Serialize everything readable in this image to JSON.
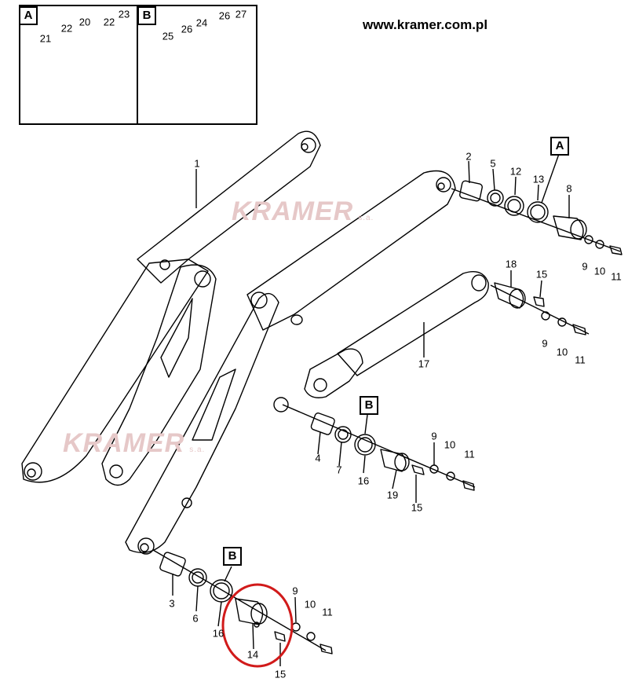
{
  "header": {
    "url": "www.kramer.com.pl"
  },
  "watermarks": [
    {
      "name": "watermark-top",
      "text": "KRAMER",
      "suffix": "s.a."
    },
    {
      "name": "watermark-bottom",
      "text": "KRAMER",
      "suffix": "s.a."
    }
  ],
  "insets": [
    {
      "id": "A",
      "label": "A",
      "parts": [
        "21",
        "22",
        "20",
        "22",
        "23"
      ]
    },
    {
      "id": "B",
      "label": "B",
      "parts": [
        "25",
        "26",
        "24",
        "26",
        "27"
      ]
    }
  ],
  "callout_boxes": [
    "A",
    "B",
    "B"
  ],
  "part_labels": [
    "1",
    "2",
    "5",
    "12",
    "13",
    "8",
    "9",
    "10",
    "11",
    "18",
    "15",
    "9",
    "10",
    "11",
    "17",
    "4",
    "7",
    "16",
    "19",
    "15",
    "9",
    "10",
    "11",
    "3",
    "6",
    "16",
    "14",
    "15",
    "9",
    "10",
    "11"
  ],
  "highlight": {
    "part": "14",
    "color": "#d11a1a"
  },
  "colors": {
    "line": "#000000",
    "background": "#ffffff",
    "watermark": "#e6c8c8",
    "highlight": "#d11a1a"
  }
}
